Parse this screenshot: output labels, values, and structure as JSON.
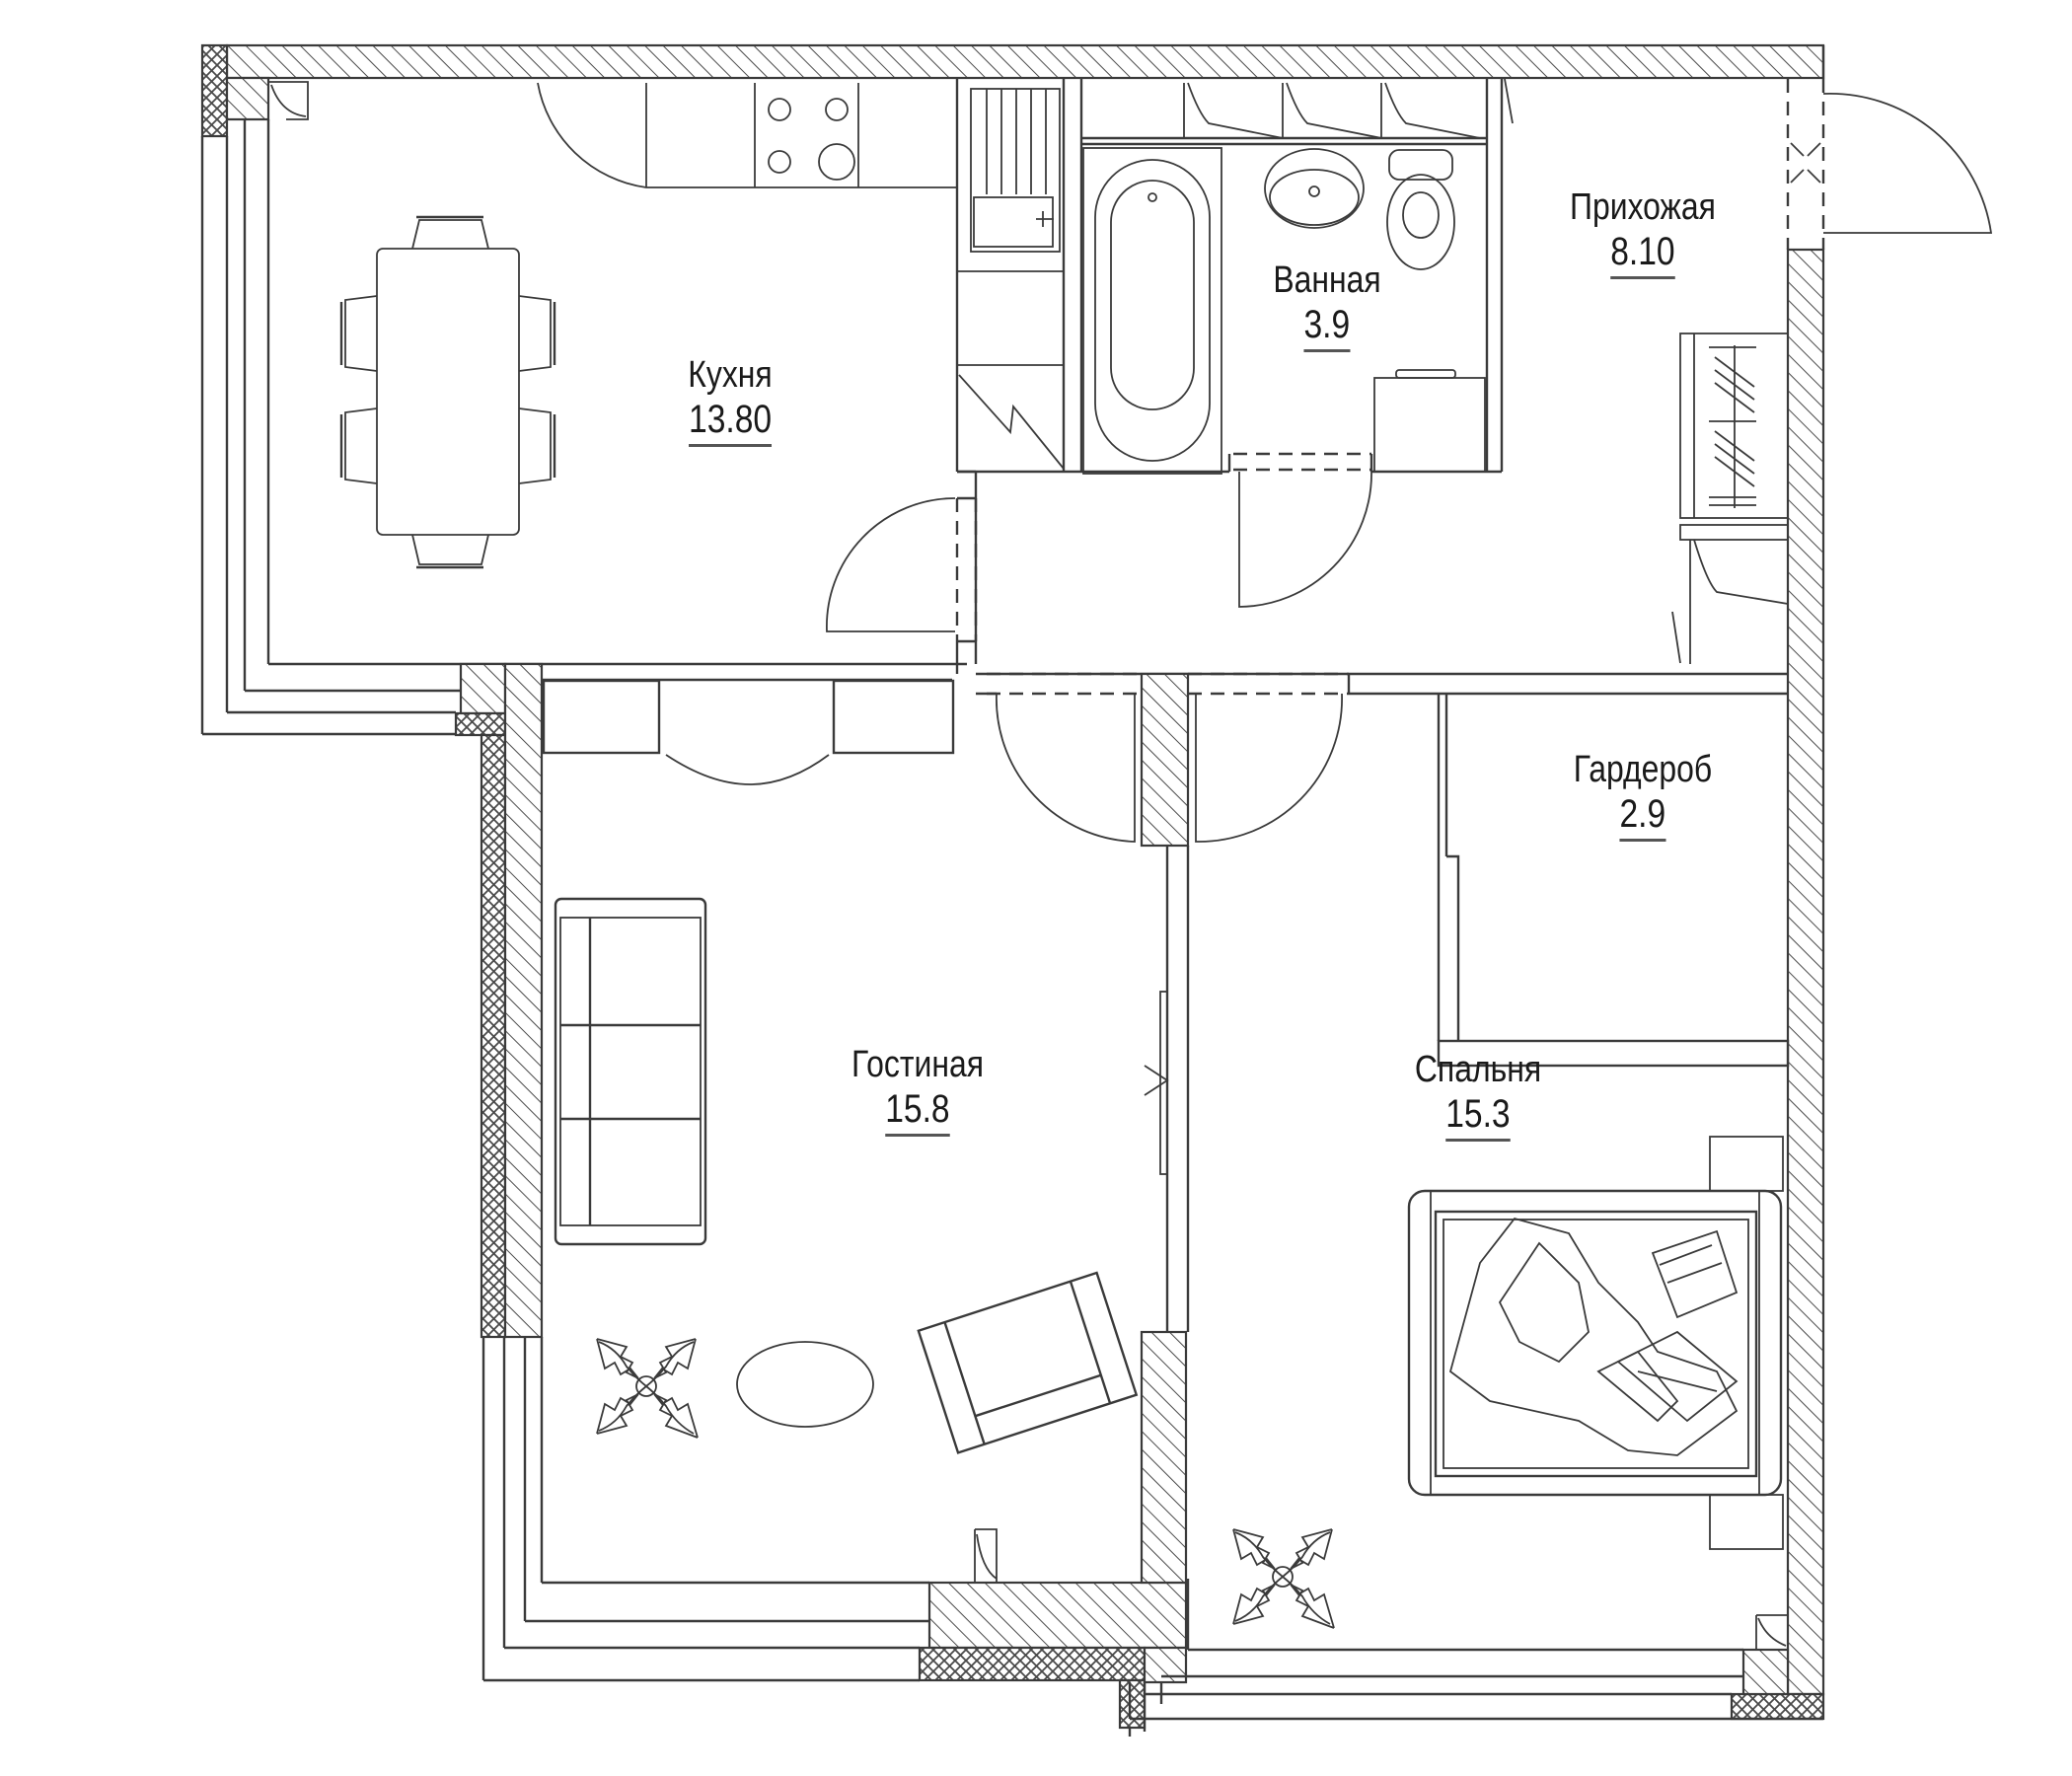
{
  "plan": {
    "title": "Floor plan",
    "line_color": "#3a3a3a",
    "background": "#ffffff"
  },
  "rooms": [
    {
      "id": "kitchen",
      "name": "Кухня",
      "area": "13.80"
    },
    {
      "id": "bathroom",
      "name": "Ванная",
      "area": "3.9"
    },
    {
      "id": "hallway",
      "name": "Прихожая",
      "area": "8.10"
    },
    {
      "id": "wardrobe",
      "name": "Гардероб",
      "area": "2.9"
    },
    {
      "id": "living-room",
      "name": "Гостиная",
      "area": "15.8"
    },
    {
      "id": "bedroom",
      "name": "Спальня",
      "area": "15.3"
    }
  ],
  "furniture": [
    {
      "room": "kitchen",
      "items": [
        "dining-table",
        "chairs-6",
        "kitchen-counter",
        "cooktop-4-burners",
        "sink-cabinet"
      ]
    },
    {
      "room": "bathroom",
      "items": [
        "bathtub",
        "washbasin",
        "toilet",
        "washing-machine",
        "shelves"
      ]
    },
    {
      "room": "hallway",
      "items": [
        "wardrobe-closet",
        "entrance-door"
      ]
    },
    {
      "room": "living-room",
      "items": [
        "sofa",
        "armchair",
        "coffee-table-oval",
        "plant",
        "cabinets"
      ]
    },
    {
      "room": "bedroom",
      "items": [
        "double-bed",
        "nightstands-2",
        "plant"
      ]
    }
  ]
}
